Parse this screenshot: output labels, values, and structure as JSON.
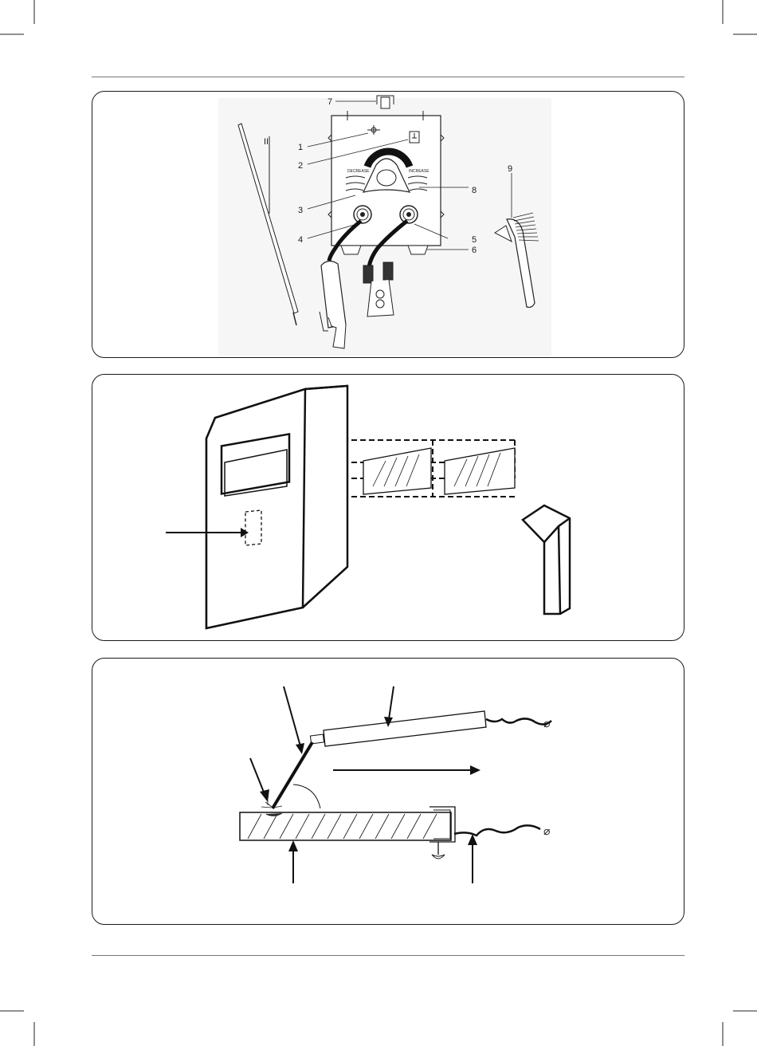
{
  "figure1": {
    "callouts": [
      "1",
      "2",
      "3",
      "4",
      "5",
      "6",
      "7",
      "8",
      "9",
      "II"
    ],
    "dial_left_text": "DECREASE",
    "dial_right_text": "INCREASE"
  },
  "figure3": {
    "ground_symbol": "⌀"
  }
}
